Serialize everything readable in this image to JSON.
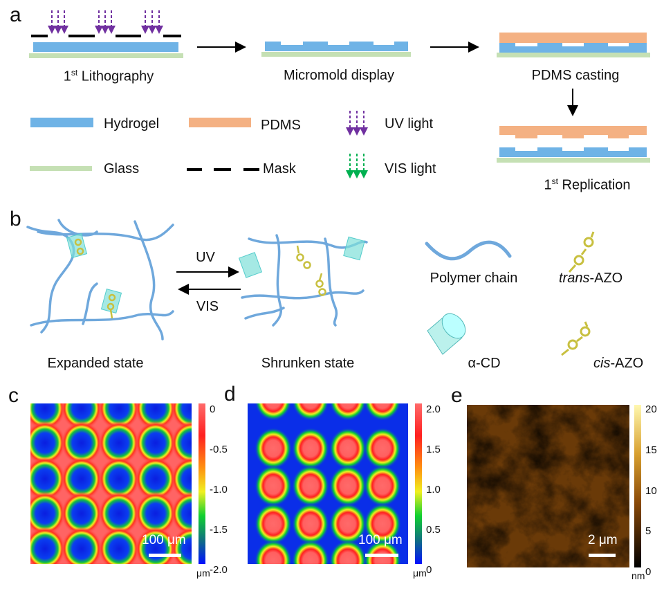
{
  "panel_labels": {
    "a": "a",
    "b": "b",
    "c": "c",
    "d": "d",
    "e": "e"
  },
  "a": {
    "step1": {
      "sup_prefix": "1",
      "sup": "st",
      "text": " Lithography"
    },
    "step2": "Micromold display",
    "step3": "PDMS casting",
    "step4": {
      "sup_prefix": "1",
      "sup": "st",
      "text": " Replication"
    },
    "legend": {
      "hydrogel": "Hydrogel",
      "pdms": "PDMS",
      "uv": "UV light",
      "glass": "Glass",
      "mask": "Mask",
      "vis": "VIS light"
    },
    "colors": {
      "hydrogel": "#6fb3e6",
      "pdms": "#f4b183",
      "glass": "#c5e0b4",
      "uv": "#7030a0",
      "vis": "#00b050",
      "mask": "#000000"
    }
  },
  "b": {
    "uv": "UV",
    "vis": "VIS",
    "expanded": "Expanded state",
    "shrunken": "Shrunken state",
    "polymer": "Polymer chain",
    "trans": {
      "italic": "trans",
      "rest": "-AZO"
    },
    "cd": "α-CD",
    "cis": {
      "italic": "cis",
      "rest": "-AZO"
    }
  },
  "c": {
    "ticks": [
      "0",
      "-0.5",
      "-1.0",
      "-1.5",
      "-2.0"
    ],
    "unit": "μm",
    "scalebar": "100 μm"
  },
  "d": {
    "ticks": [
      "2.0",
      "1.5",
      "1.0",
      "0.5",
      "0"
    ],
    "unit": "μm",
    "scalebar": "100 μm"
  },
  "e": {
    "ticks": [
      "20",
      "15",
      "10",
      "5",
      "0"
    ],
    "unit": "nm",
    "scalebar": "2 μm"
  }
}
